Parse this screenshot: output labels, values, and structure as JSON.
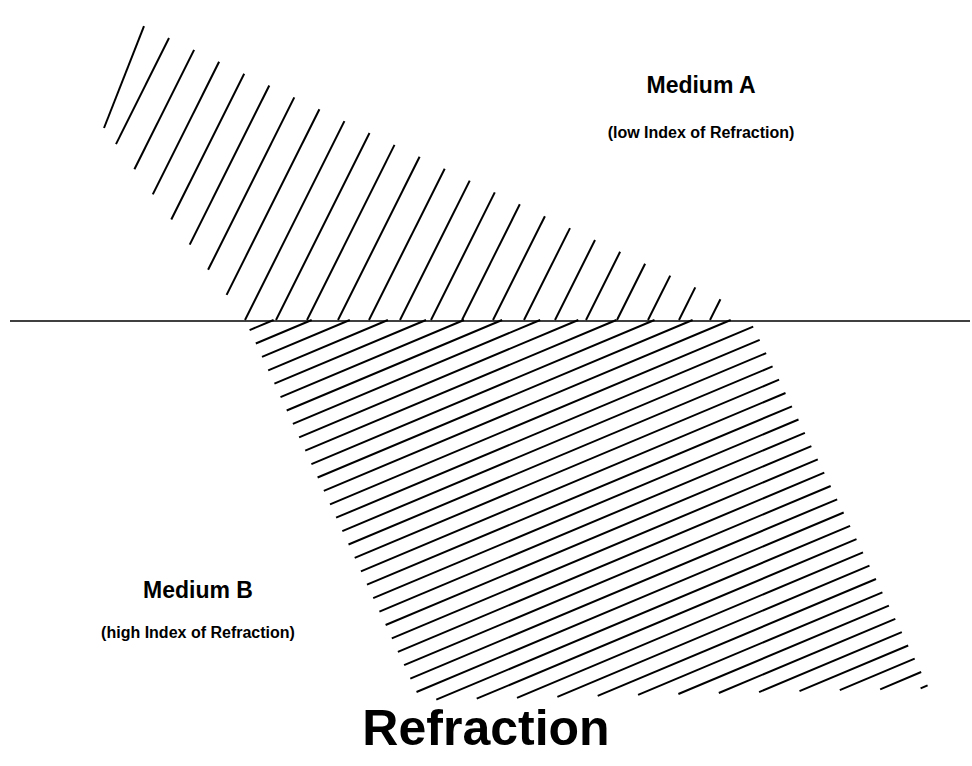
{
  "diagram": {
    "title": "Refraction",
    "labels": [
      "Medium A",
      "(low Index of Refraction)",
      "Medium B",
      "(high Index of Refraction)"
    ]
  }
}
